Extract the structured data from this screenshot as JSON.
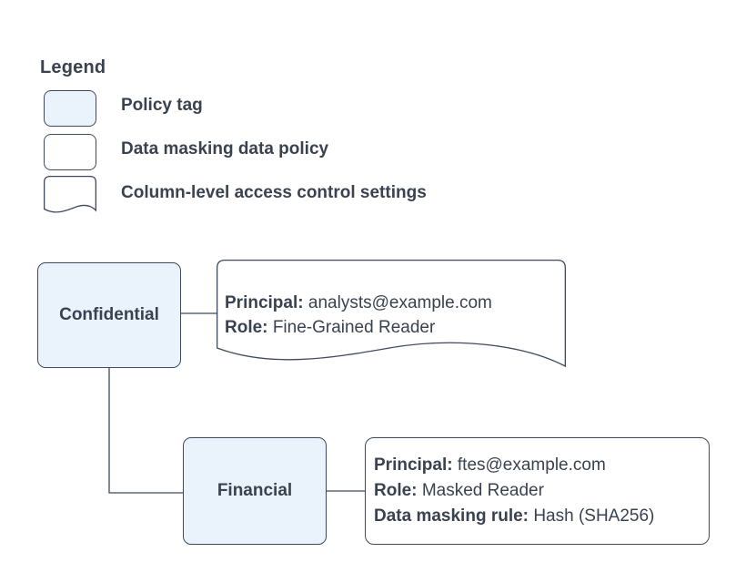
{
  "colors": {
    "accent-fill": "#eaf2fc",
    "stroke": "#3f4a5c",
    "text": "#3a4250"
  },
  "legend": {
    "title": "Legend",
    "items": [
      {
        "shape": "policy-tag-swatch",
        "label": "Policy tag"
      },
      {
        "shape": "data-policy-swatch",
        "label": "Data masking data policy"
      },
      {
        "shape": "document-swatch",
        "label": "Column-level access control settings"
      }
    ]
  },
  "diagram": {
    "nodes": {
      "confidential": {
        "label": "Confidential"
      },
      "financial": {
        "label": "Financial"
      }
    },
    "doc_card": {
      "rows": [
        {
          "label": "Principal:",
          "value": "analysts@example.com"
        },
        {
          "label": "Role:",
          "value": "Fine-Grained Reader"
        }
      ]
    },
    "policy_card": {
      "rows": [
        {
          "label": "Principal:",
          "value": "ftes@example.com"
        },
        {
          "label": "Role:",
          "value": "Masked Reader"
        },
        {
          "label": "Data masking rule:",
          "value": "Hash (SHA256)"
        }
      ]
    }
  }
}
